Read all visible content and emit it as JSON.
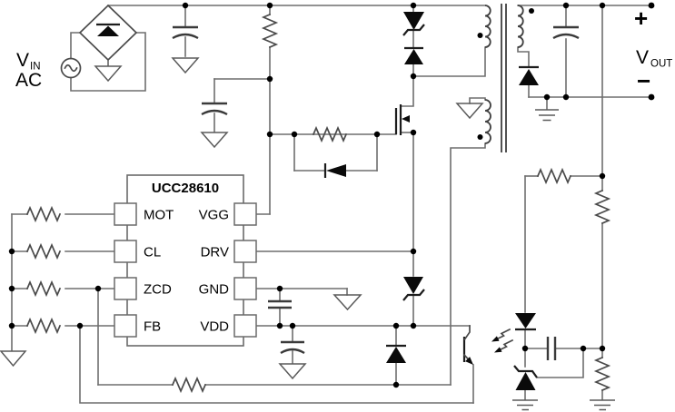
{
  "schematic": {
    "input_label": {
      "v": "V",
      "v_sub": "IN",
      "line2": "AC"
    },
    "output_label": {
      "plus": "+",
      "v": "V",
      "v_sub": "OUT",
      "minus": "−"
    },
    "ic": {
      "title": "UCC28610",
      "pins_left": [
        "MOT",
        "CL",
        "ZCD",
        "FB"
      ],
      "pins_right": [
        "VGG",
        "DRV",
        "GND",
        "VDD"
      ]
    },
    "colors": {
      "background": "#ffffff",
      "wire": "#6e6e6e",
      "component_stroke": "#4a4a4a",
      "solid_fill": "#0a0a0a",
      "text": "#000000"
    },
    "components": [
      "ac-source",
      "bridge-rectifier",
      "bulk-capacitor",
      "vgg-feed-resistor",
      "vgg-capacitor",
      "clamp-tvs",
      "clamp-diode",
      "transformer-primary",
      "transformer-secondary",
      "transformer-aux",
      "power-mosfet",
      "gate-resistor",
      "gate-diode",
      "drv-zener",
      "vdd-rectifier-diode",
      "vdd-bypass-capacitor",
      "vdd-bulk-capacitor",
      "zcd-aux-resistor",
      "mot-resistor",
      "cl-resistor",
      "zcd-resistor",
      "fb-resistor",
      "output-diode",
      "output-capacitor",
      "upper-divider-resistor",
      "middle-divider-resistor",
      "lower-divider-resistor",
      "opto-led",
      "opto-transistor",
      "tl431-shunt-regulator",
      "compensation-capacitor"
    ]
  }
}
